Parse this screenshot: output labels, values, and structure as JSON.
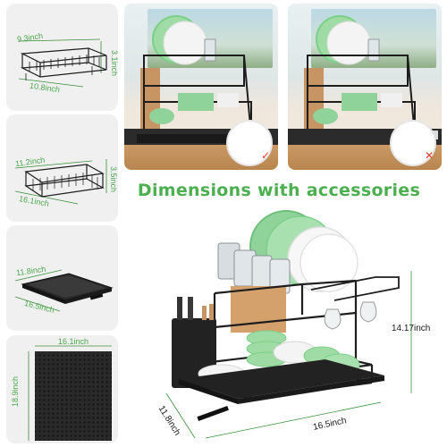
{
  "heading": "Dimensions with accessories",
  "accessories": [
    {
      "name": "top-basket",
      "width": "9.3inch",
      "height": "3.1inch",
      "depth": "10.8inch"
    },
    {
      "name": "bottom-basket",
      "width": "11.2inch",
      "height": "3.5inch",
      "depth": "16.1inch"
    },
    {
      "name": "drain-tray",
      "width": "11.8inch",
      "depth": "16.5inch"
    },
    {
      "name": "drying-mat",
      "width": "16.1inch",
      "height": "18.9inch"
    }
  ],
  "main_rack": {
    "height": "14.17inch",
    "width": "16.5inch",
    "depth": "11.8inch"
  },
  "badges": {
    "correct": "✓",
    "wrong": "✕"
  },
  "colors": {
    "accent": "#4caf50",
    "dim_text": "#4aa84a",
    "rack": "#1e1e1e",
    "plate": "#8fd39a",
    "correct": "#e23b2c",
    "wrong": "#e23b2c"
  }
}
